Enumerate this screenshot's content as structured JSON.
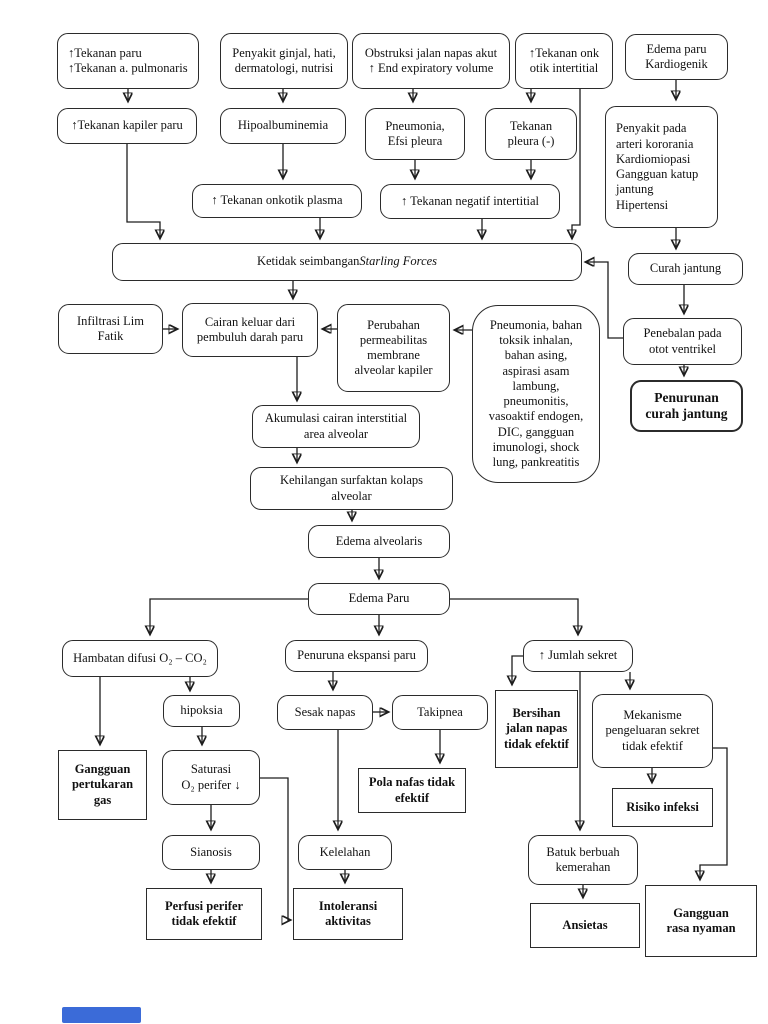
{
  "document": {
    "type": "flowchart",
    "language": "Indonesian",
    "topic": "Pathway edema paru (pulmonary edema pathophysiology)"
  },
  "nodes": {
    "a1": {
      "label": "↑Tekanan paru\n↑Tekanan a. pulmonaris"
    },
    "a2": {
      "label": "Penyakit ginjal, hati,\ndermatologi, nutrisi"
    },
    "a3": {
      "label": "Obstruksi jalan napas akut\n↑ End expiratory volume"
    },
    "a4": {
      "label": "↑Tekanan onk\notik intertitial"
    },
    "a5": {
      "label": "Edema paru\nKardiogenik"
    },
    "b1": {
      "label": "↑Tekanan kapiler paru"
    },
    "b2": {
      "label": "Hipoalbuminemia"
    },
    "b3": {
      "label": "Pneumonia,\nEfsi pleura"
    },
    "b4": {
      "label": "Tekanan\npleura (-)"
    },
    "b5": {
      "label": "Penyakit pada\narteri kororania\nKardiomiopasi\nGangguan katup\njantung\nHipertensi"
    },
    "c1": {
      "label": "↑  Tekanan onkotik plasma"
    },
    "c2": {
      "label": "↑  Tekanan negatif intertitial"
    },
    "curah": {
      "label": "Curah jantung"
    },
    "penebalan": {
      "label": "Penebalan pada\notot ventrikel"
    },
    "penurunan": {
      "label": "Penurunan\ncurah jantung"
    },
    "infiltrasi": {
      "label": "Infiltrasi Lim\nFatik"
    },
    "cairan": {
      "label": "Cairan keluar dari\npembuluh darah paru"
    },
    "perubahan": {
      "label": "Perubahan\npermeabilitas\nmembrane\nalveolar kapiler"
    },
    "bigbox": {
      "label": "Pneumonia, bahan\ntoksik inhalan,\nbahan asing,\naspirasi asam\nlambung,\npneumonitis,\nvasoaktif endogen,\nDIC, gangguan\nimunologi, shock\nlung, pankreatitis"
    },
    "akumulasi": {
      "label": "Akumulasi cairan interstitial\narea alveolar"
    },
    "kehilangan": {
      "label": "Kehilangan surfaktan kolaps\nalveolar"
    },
    "edema_alv": {
      "label": "Edema alveolaris"
    },
    "edema_paru": {
      "label": "Edema Paru"
    },
    "hambatan": {
      "label": "Hambatan difusi O₂ – CO₂"
    },
    "penuruna": {
      "label": "Penuruna ekspansi paru"
    },
    "jumlah": {
      "label": "↑ Jumlah sekret"
    },
    "hipoksia": {
      "label": "hipoksia"
    },
    "sesak": {
      "label": "Sesak napas"
    },
    "takipnea": {
      "label": "Takipnea"
    },
    "bersihan": {
      "label": "Bersihan\njalan napas\ntidak efektif"
    },
    "mekanisme": {
      "label": "Mekanisme\npengeluaran sekret\ntidak efektif"
    },
    "pola": {
      "label": "Pola nafas tidak\nefektif"
    },
    "gangguan_gas": {
      "label": "Gangguan\npertukaran\ngas"
    },
    "saturasi": {
      "label": "Saturasi\nO₂ perifer ↓"
    },
    "risiko": {
      "label": "Risiko infeksi"
    },
    "sianosis": {
      "label": "Sianosis"
    },
    "kelelahan": {
      "label": "Kelelahan"
    },
    "batuk": {
      "label": "Batuk berbuah\nkemerahan"
    },
    "perfusi": {
      "label": "Perfusi perifer\ntidak efektif"
    },
    "intoleransi": {
      "label": "Intoleransi\naktivitas"
    },
    "gangguan_nyaman": {
      "label": "Gangguan\nrasa nyaman"
    },
    "ansietas": {
      "label": "Ansietas"
    }
  },
  "starling": {
    "prefix": "Ketidak seimbangan ",
    "italic": "Starling Forces"
  },
  "colors": {
    "line": "#1d1d1d",
    "box_border": "#2b2b2b",
    "highlight": "#3b6bd8",
    "background": "#ffffff"
  }
}
